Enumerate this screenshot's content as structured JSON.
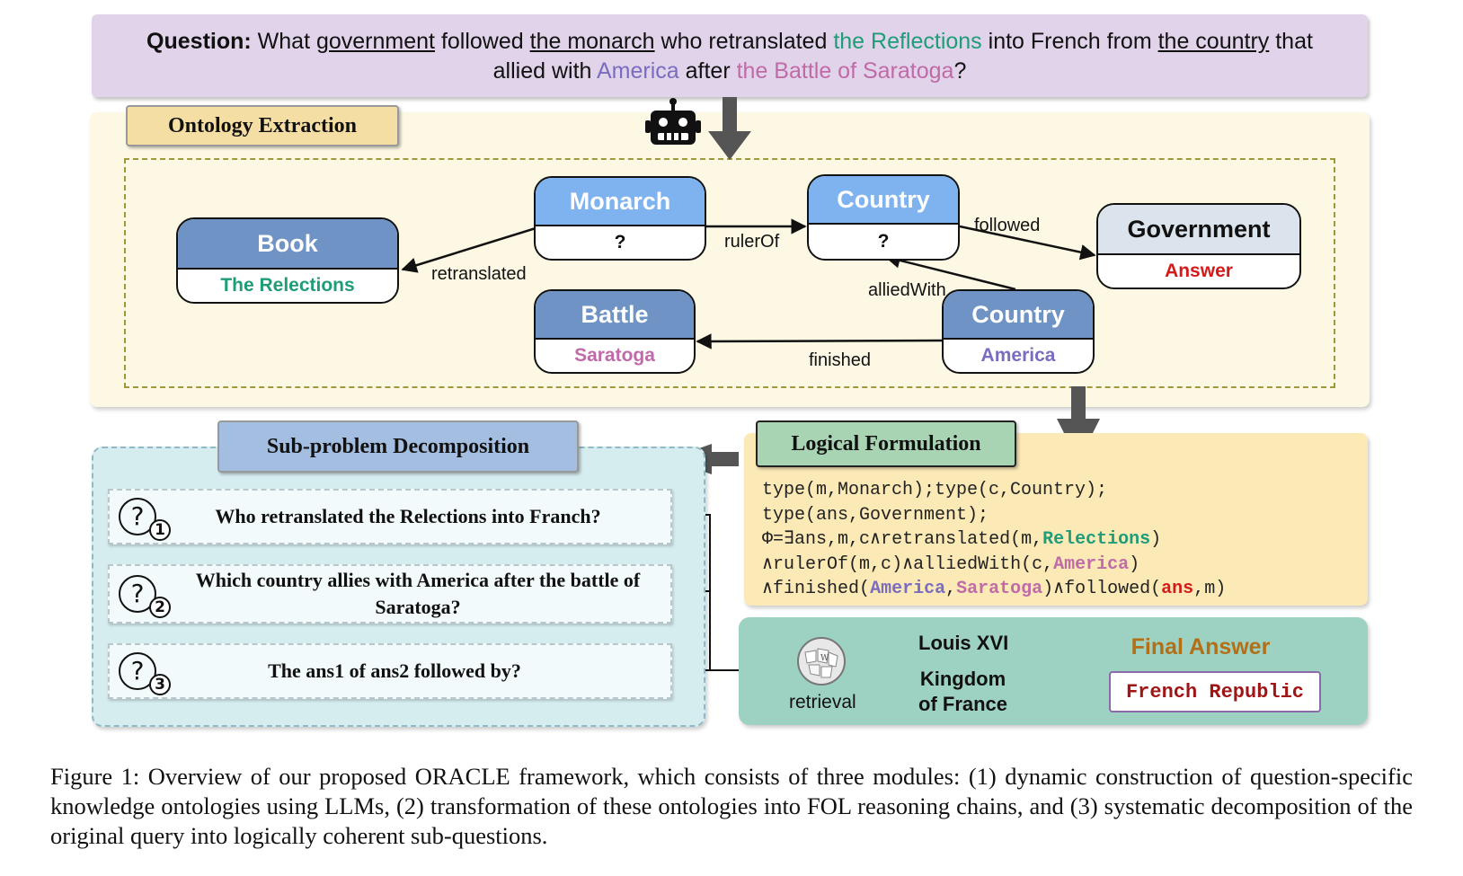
{
  "question": {
    "label": "Question:",
    "p1": " What ",
    "u1": "government",
    "p2": " followed ",
    "u2": "the monarch",
    "p3": " who retranslated ",
    "g1": "the Reflections",
    "p4": " into French from ",
    "u3": "the country",
    "p5": " that",
    "p6": "allied with ",
    "a1": "America",
    "p7": " after ",
    "b1": "the Battle of Saratoga",
    "p8": "?"
  },
  "ontology": {
    "title": "Ontology Extraction",
    "nodes": {
      "book": {
        "type": "Book",
        "value": "The Relections"
      },
      "monarch": {
        "type": "Monarch",
        "value": "?"
      },
      "country_top": {
        "type": "Country",
        "value": "?"
      },
      "government": {
        "type": "Government",
        "value": "Answer"
      },
      "battle": {
        "type": "Battle",
        "value": "Saratoga"
      },
      "country_bottom": {
        "type": "Country",
        "value": "America"
      }
    },
    "edges": {
      "retranslated": "retranslated",
      "rulerOf": "rulerOf",
      "followed": "followed",
      "alliedWith": "alliedWith",
      "finished": "finished"
    }
  },
  "decomposition": {
    "title": "Sub-problem Decomposition",
    "questions": [
      {
        "num": "1",
        "text": "Who retranslated the Relections into Franch?"
      },
      {
        "num": "2",
        "text": "Which country allies with America after the  battle of Saratoga?"
      },
      {
        "num": "3",
        "text": "The ans1 of ans2 followed by?"
      }
    ]
  },
  "logic": {
    "title": "Logical Formulation",
    "l1": "type(m,Monarch);type(c,Country);",
    "l2": "type(ans,Government);",
    "l3a": "Φ=∃ans,m,c∧retranslated(m,",
    "l3b": "Relections",
    "l3c": ")",
    "l4a": "∧rulerOf(m,c)∧alliedWith(c,",
    "l4b": "America",
    "l4c": ")",
    "l5a": "∧finished(",
    "l5b": "America",
    "l5c": ",",
    "l5d": "Saratoga",
    "l5e": ")∧followed(",
    "l5f": "ans",
    "l5g": ",m)"
  },
  "retrieval": {
    "label": "retrieval",
    "result1": "Louis XVI",
    "result2a": "Kingdom",
    "result2b": "of France",
    "final_label": "Final Answer",
    "final_value": "French Republic"
  },
  "caption": "Figure 1: Overview of our proposed ORACLE framework, which consists of three modules: (1) dynamic construction of question-specific knowledge ontologies using LLMs, (2) transformation of these ontologies into FOL reasoning chains, and (3) systematic decomposition of the original query into logically coherent sub-questions.",
  "colors": {
    "question_bg": "#e1d3e9",
    "ontology_bg": "#fdf8e4",
    "node_dark": "#6e93c4",
    "node_light": "#7fb3f0",
    "green_entity": "#1f9c78",
    "purple_entity": "#7a6cc0",
    "pink_entity": "#c06aa8",
    "answer_red": "#d41a1a",
    "final_label": "#b26f16"
  },
  "icons": [
    "robot-icon",
    "wikipedia-globe-icon",
    "question-circle-icon"
  ]
}
